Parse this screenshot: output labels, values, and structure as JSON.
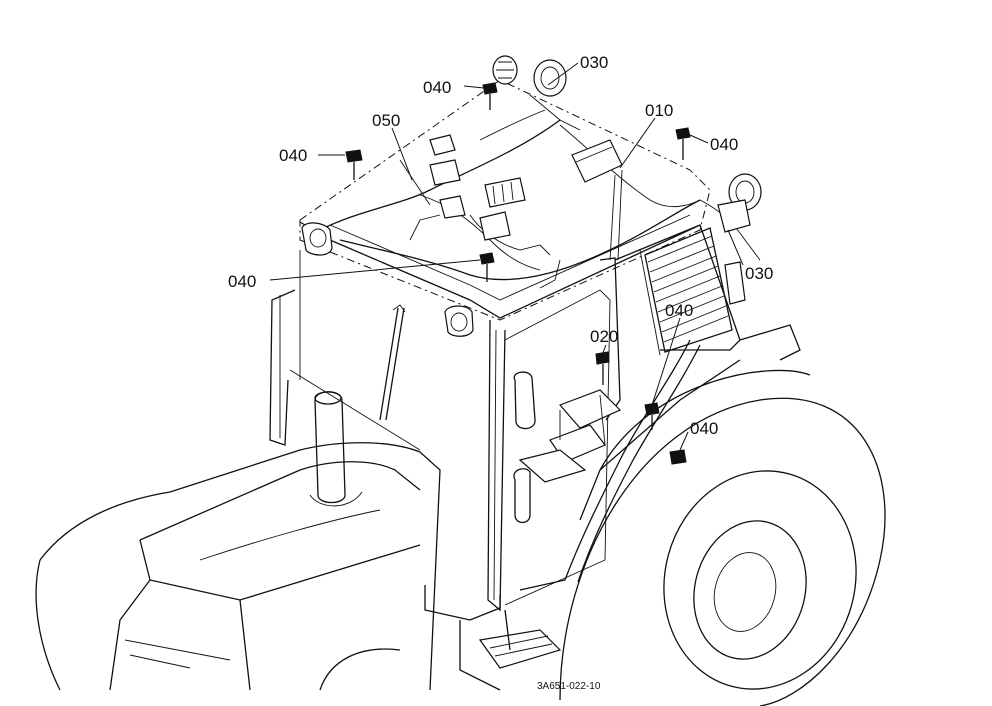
{
  "callouts": [
    {
      "id": "c030a",
      "label": "030"
    },
    {
      "id": "c040a",
      "label": "040"
    },
    {
      "id": "c050",
      "label": "050"
    },
    {
      "id": "c040b",
      "label": "040"
    },
    {
      "id": "c010",
      "label": "010"
    },
    {
      "id": "c040c",
      "label": "040"
    },
    {
      "id": "c030b",
      "label": "030"
    },
    {
      "id": "c040d",
      "label": "040"
    },
    {
      "id": "c040e",
      "label": "040"
    },
    {
      "id": "c020",
      "label": "020"
    },
    {
      "id": "c040f",
      "label": "040"
    }
  ],
  "drawing_code": "3A651-022-10"
}
